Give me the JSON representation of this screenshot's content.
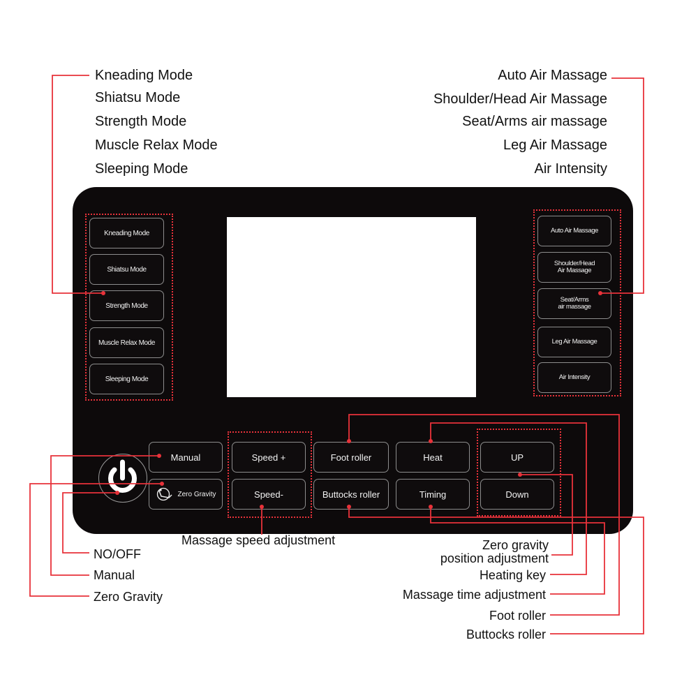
{
  "left_labels": [
    "Kneading Mode",
    "Shiatsu Mode",
    "Strength Mode",
    "Muscle Relax Mode",
    "Sleeping Mode"
  ],
  "right_labels": [
    "Auto Air Massage",
    "Shoulder/Head Air Massage",
    "Seat/Arms air massage",
    "Leg Air Massage",
    "Air Intensity"
  ],
  "panel": {
    "left_buttons": [
      "Kneading Mode",
      "Shiatsu Mode",
      "Strength Mode",
      "Muscle Relax Mode",
      "Sleeping Mode"
    ],
    "right_buttons": [
      "Auto Air Massage",
      "Shoulder/Head\nAir Massage",
      "Seat/Arms\nair massage",
      "Leg Air Massage",
      "Air Intensity"
    ],
    "manual": "Manual",
    "zero_gravity": "Zero Gravity",
    "speed_plus": "Speed +",
    "speed_minus": "Speed-",
    "foot_roller": "Foot roller",
    "buttocks_roller": "Buttocks roller",
    "heat": "Heat",
    "timing": "Timing",
    "up": "UP",
    "down": "Down",
    "power_icon": "power-icon",
    "zero_gravity_icon": "reclining-chair-icon"
  },
  "callouts": {
    "speed": "Massage speed adjustment",
    "onoff": "NO/OFF",
    "manual": "Manual",
    "zero_gravity": "Zero Gravity",
    "zero_position_line1": "Zero gravity",
    "zero_position_line2": "position adjustment",
    "heating": "Heating key",
    "time": "Massage time adjustment",
    "foot": "Foot roller",
    "buttocks": "Buttocks roller"
  },
  "colors": {
    "panel": "#0d0a0b",
    "accent": "#e8323a",
    "screen": "#ffffff"
  }
}
